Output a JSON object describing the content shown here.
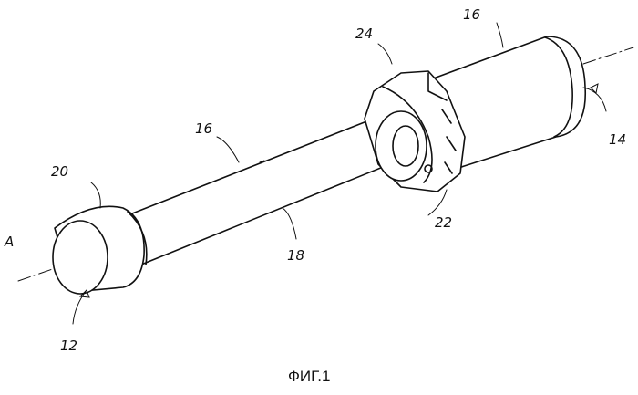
{
  "figure": {
    "caption": "ФИГ.1",
    "labels": {
      "axis": "A",
      "end_left": "12",
      "end_right": "14",
      "body_top_left": "16",
      "body_top_right": "16",
      "shaft": "18",
      "tip": "20",
      "ring": "22",
      "collar": "24"
    }
  }
}
